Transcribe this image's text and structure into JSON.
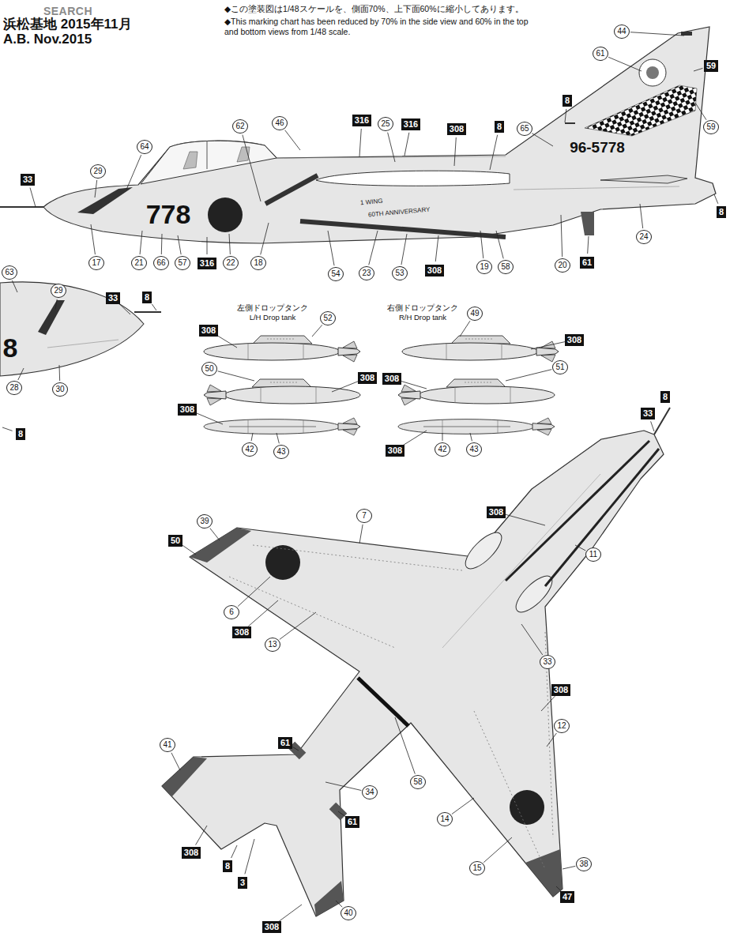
{
  "diagram": {
    "labels": [
      "SEARCH",
      "浜松基地 2015年11月",
      "A.B. Nov.2015",
      "◆この塗装図は1/48スケールを、側面70%、上下面60%に縮小してあります。",
      "◆This marking chart has been reduced by 70% in the side view and 60% in the top and bottom views from 1/48 scale.",
      "左側ドロップタンク",
      "L/H Drop tank",
      "右側ドロップタンク",
      "R/H Drop tank",
      "778",
      "96-5778",
      "1 WING",
      "60TH ANNIVERSARY",
      "8",
      "33",
      "29",
      "64",
      "62",
      "46",
      "316",
      "25",
      "316",
      "308",
      "8",
      "8",
      "65",
      "44",
      "61",
      "59",
      "59",
      "8",
      "24",
      "61",
      "20",
      "58",
      "19",
      "308",
      "53",
      "23",
      "54",
      "18",
      "22",
      "316",
      "57",
      "66",
      "21",
      "17",
      "63",
      "29",
      "33",
      "8",
      "28",
      "30",
      "8",
      "308",
      "52",
      "50",
      "308",
      "308",
      "42",
      "43",
      "49",
      "308",
      "308",
      "51",
      "308",
      "42",
      "43",
      "8",
      "33",
      "308",
      "11",
      "39",
      "50",
      "7",
      "6",
      "308",
      "13",
      "33",
      "308",
      "12",
      "61",
      "58",
      "34",
      "61",
      "41",
      "308",
      "8",
      "3",
      "40",
      "308",
      "14",
      "15",
      "38",
      "47"
    ]
  }
}
